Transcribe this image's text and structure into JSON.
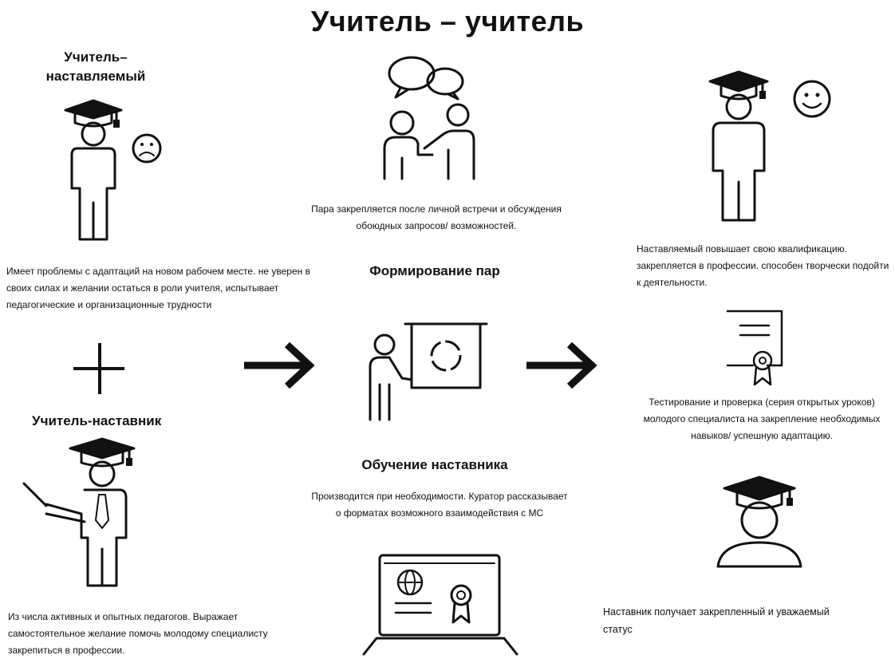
{
  "title": "Учитель – учитель",
  "left": {
    "mentee_heading": "Учитель–\nнаставляемый",
    "mentee_text": "Имеет проблемы с адаптаций на новом рабочем месте. не уверен в своих силах и желании остаться в роли учителя, испытывает педагогические и организационные трудности",
    "mentor_heading": "Учитель-наставник",
    "mentor_text": "Из числа активных и опытных педагогов. Выражает самостоятельное желание помочь молодому специалисту закрепиться в профессии."
  },
  "middle": {
    "pairs_text": "Пара закрепляется после личной встречи и обсуждения обоюдных запросов/ возможностей.",
    "pairs_heading": "Формирование пар",
    "training_heading": "Обучение наставника",
    "training_text": "Производится при необходимости. Куратор рассказывает о форматах возможного взаимодействия с МС"
  },
  "right": {
    "result_text": "Наставляемый повышает свою квалификацию. закрепляется в профессии. способен творчески подойти к деятельности.",
    "testing_text": "Тестирование и проверка (серия открытых уроков) молодого специалиста на закрепление необходимых навыков/ успешную адаптацию.",
    "status_text": "Наставник получает закрепленный и уважаемый статус"
  },
  "icons": [
    "graduate-sad-icon",
    "plus-icon",
    "graduate-teacher-pointer-icon",
    "speech-bubbles-people-icon",
    "presentation-board-icon",
    "laptop-certificate-icon",
    "arrow-right-icon",
    "graduate-happy-icon",
    "certificate-icon",
    "graduate-bust-icon"
  ]
}
